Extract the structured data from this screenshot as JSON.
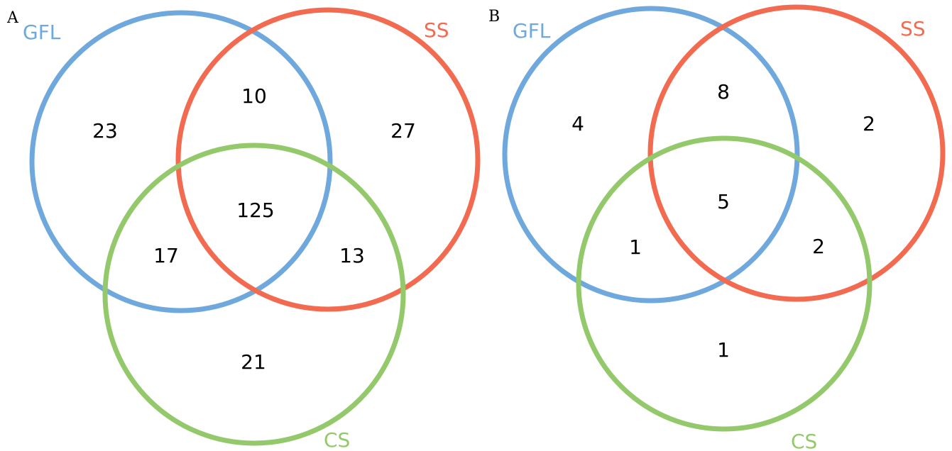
{
  "colors": {
    "gfl": "#6fa8dc",
    "ss": "#f26b50",
    "cs": "#93c96a",
    "text": "#000000"
  },
  "panels": [
    {
      "letter": "A",
      "sets": {
        "gfl": "GFL",
        "ss": "SS",
        "cs": "CS"
      },
      "counts": {
        "gfl_only": "23",
        "ss_only": "27",
        "cs_only": "21",
        "gfl_ss": "10",
        "gfl_cs": "17",
        "ss_cs": "13",
        "all": "125"
      }
    },
    {
      "letter": "B",
      "sets": {
        "gfl": "GFL",
        "ss": "SS",
        "cs": "CS"
      },
      "counts": {
        "gfl_only": "4",
        "ss_only": "2",
        "cs_only": "1",
        "gfl_ss": "8",
        "gfl_cs": "1",
        "ss_cs": "2",
        "all": "5"
      }
    }
  ]
}
